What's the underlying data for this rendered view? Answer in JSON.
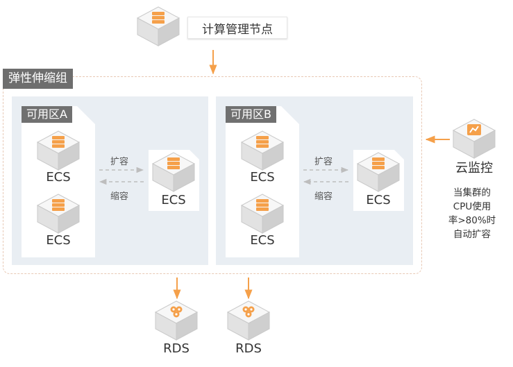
{
  "colors": {
    "accent": "#f5a04a",
    "cube_top": "#f7f7f7",
    "cube_left": "#e2e2e2",
    "cube_right": "#cfcfcf",
    "label_bg": "#6e6e6e",
    "zone_bg": "#e9eef3"
  },
  "manager": {
    "label": "计算管理节点",
    "icon": "server-stack-icon"
  },
  "group": {
    "label": "弹性伸缩组"
  },
  "zones": [
    {
      "label": "可用区A",
      "ecs_left": [
        "ECS",
        "ECS"
      ],
      "ecs_right": "ECS",
      "scale_out": "扩容",
      "scale_in": "缩容"
    },
    {
      "label": "可用区B",
      "ecs_left": [
        "ECS",
        "ECS"
      ],
      "ecs_right": "ECS",
      "scale_out": "扩容",
      "scale_in": "缩容"
    }
  ],
  "monitor": {
    "label": "云监控",
    "icon": "monitor-gauge-icon",
    "note": [
      "当集群的",
      "CPU使用",
      "率>80%时",
      "自动扩容"
    ]
  },
  "rds": [
    "RDS",
    "RDS"
  ],
  "icons": {
    "ecs": "server-stack-icon",
    "rds": "database-cluster-icon"
  }
}
